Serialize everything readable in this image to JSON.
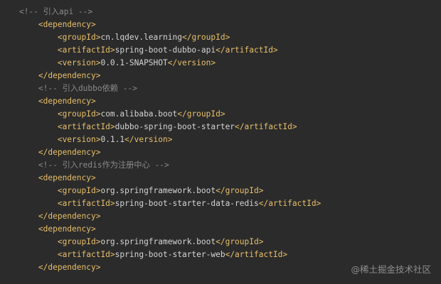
{
  "lines": [
    {
      "indent": 4,
      "kind": "comment",
      "text": "<!-- 引入api -->"
    },
    {
      "indent": 8,
      "kind": "tag",
      "text": "<dependency>"
    },
    {
      "indent": 12,
      "kind": "element",
      "open": "<groupId>",
      "value": "cn.lqdev.learning",
      "close": "</groupId>"
    },
    {
      "indent": 12,
      "kind": "element",
      "open": "<artifactId>",
      "value": "spring-boot-dubbo-api",
      "close": "</artifactId>"
    },
    {
      "indent": 12,
      "kind": "element",
      "open": "<version>",
      "value": "0.0.1-SNAPSHOT",
      "close": "</version>"
    },
    {
      "indent": 8,
      "kind": "tag",
      "text": "</dependency>"
    },
    {
      "indent": 8,
      "kind": "comment",
      "text": "<!-- 引入dubbo依赖 -->"
    },
    {
      "indent": 8,
      "kind": "tag",
      "text": "<dependency>"
    },
    {
      "indent": 12,
      "kind": "element",
      "open": "<groupId>",
      "value": "com.alibaba.boot",
      "close": "</groupId>"
    },
    {
      "indent": 12,
      "kind": "element",
      "open": "<artifactId>",
      "value": "dubbo-spring-boot-starter",
      "close": "</artifactId>"
    },
    {
      "indent": 12,
      "kind": "element",
      "open": "<version>",
      "value": "0.1.1",
      "close": "</version>"
    },
    {
      "indent": 8,
      "kind": "tag",
      "text": "</dependency>"
    },
    {
      "indent": 8,
      "kind": "comment",
      "text": "<!-- 引入redis作为注册中心 -->"
    },
    {
      "indent": 8,
      "kind": "tag",
      "text": "<dependency>"
    },
    {
      "indent": 12,
      "kind": "element",
      "open": "<groupId>",
      "value": "org.springframework.boot",
      "close": "</groupId>"
    },
    {
      "indent": 12,
      "kind": "element",
      "open": "<artifactId>",
      "value": "spring-boot-starter-data-redis",
      "close": "</artifactId>"
    },
    {
      "indent": 8,
      "kind": "tag",
      "text": "</dependency>"
    },
    {
      "indent": 8,
      "kind": "tag",
      "text": "<dependency>"
    },
    {
      "indent": 12,
      "kind": "element",
      "open": "<groupId>",
      "value": "org.springframework.boot",
      "close": "</groupId>"
    },
    {
      "indent": 12,
      "kind": "element",
      "open": "<artifactId>",
      "value": "spring-boot-starter-web",
      "close": "</artifactId>"
    },
    {
      "indent": 8,
      "kind": "tag",
      "text": "</dependency>"
    }
  ],
  "watermark": "@稀土掘金技术社区",
  "colors": {
    "background": "#2b2b2b",
    "tag": "#e8bf6a",
    "text": "#d4d4d4",
    "comment": "#8a8a8a"
  }
}
